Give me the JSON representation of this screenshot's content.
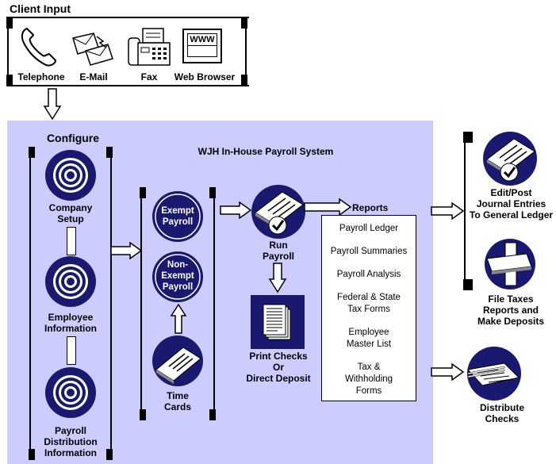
{
  "client_input": {
    "title": "Client Input",
    "channels": [
      {
        "label": "Telephone",
        "icon": "telephone-icon"
      },
      {
        "label": "E-Mail",
        "icon": "email-icon"
      },
      {
        "label": "Fax",
        "icon": "fax-icon"
      },
      {
        "label": "Web Browser",
        "icon": "web-browser-icon",
        "icon_text": "WWW"
      }
    ]
  },
  "system": {
    "title": "WJH In-House Payroll System",
    "configure": {
      "title": "Configure",
      "steps": [
        "Company\nSetup",
        "Employee\nInformation",
        "Payroll\nDistribution\nInformation"
      ]
    },
    "payroll_types": {
      "exempt": "Exempt\nPayroll",
      "non_exempt": "Non-\nExempt\nPayroll",
      "time_cards": "Time\nCards"
    },
    "run_payroll": "Run\nPayroll",
    "print_checks": "Print Checks\nOr\nDirect Deposit",
    "reports": {
      "title": "Reports",
      "items": [
        "Payroll Ledger",
        "Payroll Summaries",
        "Payroll Analysis",
        "Federal & State\nTax Forms",
        "Employee\nMaster List",
        "Tax &\nWithholding\nForms"
      ]
    }
  },
  "outputs": {
    "journal": "Edit/Post\nJournal Entries\nTo General Ledger",
    "taxes": "File Taxes\nReports and\nMake Deposits",
    "distribute": "Distribute\nChecks"
  },
  "colors": {
    "panel": "#ccccff",
    "navy": "#191970",
    "accent_circle": "#1a1a6e"
  }
}
